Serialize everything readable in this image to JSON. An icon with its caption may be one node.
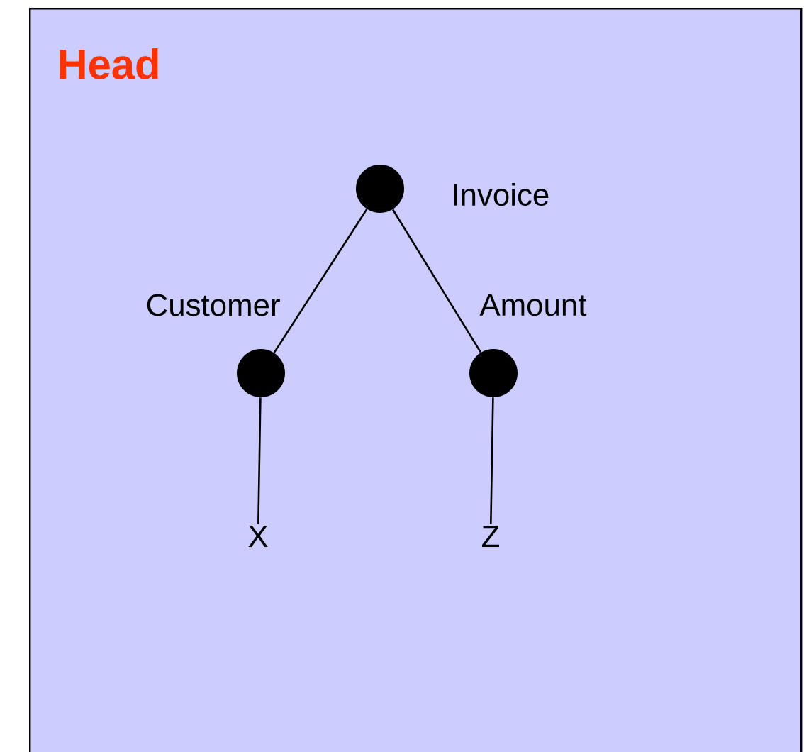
{
  "diagram": {
    "nodes": [
      {
        "text": [
          "Head"
        ]
      },
      {
        "text": [],
        "shape": "circle",
        "beside": [
          "Invoice"
        ],
        "in": 0
      },
      {
        "text": [],
        "shape": "circle",
        "beside": [
          "Customer"
        ],
        "in": 0
      },
      {
        "text": [],
        "shape": "circle",
        "beside": [
          "Amount"
        ],
        "in": 0
      },
      {
        "text": [
          "X"
        ],
        "in": 0
      },
      {
        "text": [
          "Z"
        ],
        "in": 0
      }
    ],
    "edges": [
      {
        "from": 1,
        "to": 2,
        "arrow": "none"
      },
      {
        "from": 1,
        "to": 3,
        "arrow": "none"
      },
      {
        "from": 2,
        "to": 4,
        "arrow": "none"
      },
      {
        "from": 3,
        "to": 5,
        "arrow": "none"
      }
    ]
  }
}
